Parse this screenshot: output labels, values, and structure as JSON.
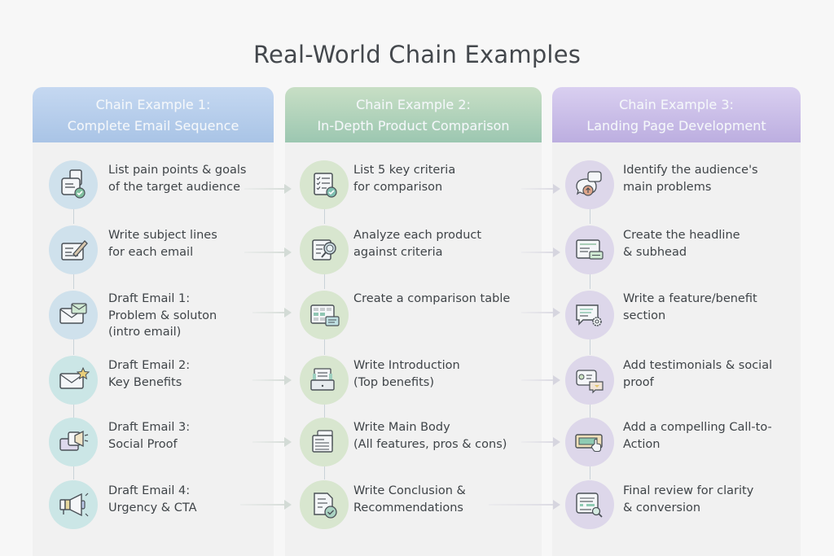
{
  "title": "Real-World Chain Examples",
  "columns": [
    {
      "header_line1": "Chain Example 1:",
      "header_line2": "Complete Email Sequence",
      "accent": "#a9c4e6",
      "steps": [
        {
          "icon": "document-check-icon",
          "line1": "List pain points & goals",
          "line2": "of the target audience",
          "line3": ""
        },
        {
          "icon": "pencil-edit-icon",
          "line1": "Write subject lines",
          "line2": "for each email",
          "line3": ""
        },
        {
          "icon": "envelope-icon",
          "line1": "Draft Email 1:",
          "line2": "Problem & soluton",
          "line3": "(intro email)"
        },
        {
          "icon": "envelope-star-icon",
          "line1": "Draft Email 2:",
          "line2": "Key Benefits",
          "line3": ""
        },
        {
          "icon": "megaphone-card-icon",
          "line1": "Draft Email 3:",
          "line2": "Social Proof",
          "line3": ""
        },
        {
          "icon": "megaphone-icon",
          "line1": "Draft Email 4:",
          "line2": "Urgency & CTA",
          "line3": ""
        }
      ]
    },
    {
      "header_line1": "Chain Example 2:",
      "header_line2": "In-Depth Product Comparison",
      "accent": "#9cc7b1",
      "steps": [
        {
          "icon": "checklist-icon",
          "line1": "List 5 key criteria",
          "line2": "for comparison"
        },
        {
          "icon": "document-magnifier-icon",
          "line1": "Analyze each product",
          "line2": "against criteria"
        },
        {
          "icon": "table-icon",
          "line1": "Create a comparison table",
          "line2": ""
        },
        {
          "icon": "inbox-document-icon",
          "line1": "Write Introduction",
          "line2": "(Top benefits)"
        },
        {
          "icon": "documents-icon",
          "line1": "Write Main Body",
          "line2": "(All features, pros & cons)"
        },
        {
          "icon": "document-check-icon",
          "line1": "Write Conclusion &",
          "line2": "Recommendations"
        }
      ]
    },
    {
      "header_line1": "Chain Example 3:",
      "header_line2": "Landing Page Development",
      "accent": "#bcaee0",
      "steps": [
        {
          "icon": "chat-bubbles-icon",
          "line1": "Identify the audience's",
          "line2": "main problems"
        },
        {
          "icon": "headline-window-icon",
          "line1": "Create the headline",
          "line2": "& subhead"
        },
        {
          "icon": "chat-gear-icon",
          "line1": "Write a feature/benefit section",
          "line2": ""
        },
        {
          "icon": "testimonial-icon",
          "line1": "Add testimonials & social proof",
          "line2": ""
        },
        {
          "icon": "button-click-icon",
          "line1": "Add a compelling Call-to-Action",
          "line2": ""
        },
        {
          "icon": "review-magnifier-icon",
          "line1": "Final review for clarity",
          "line2": "& conversion"
        }
      ]
    }
  ]
}
